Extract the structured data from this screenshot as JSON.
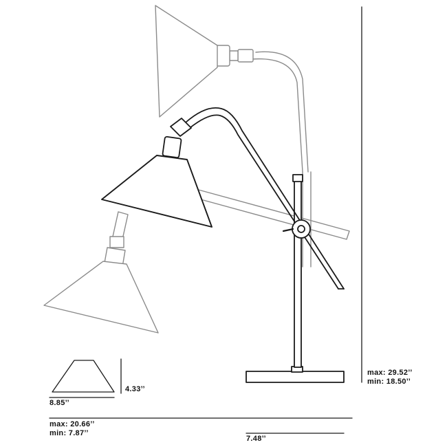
{
  "shade_dims": {
    "width": "8.85’’",
    "height": "4.33’’"
  },
  "reach": {
    "max": "max: 20.66’’",
    "min": "min: 7.87’’"
  },
  "base_dims": {
    "width": "7.48’’"
  },
  "lamp_height": {
    "max": "max: 29.52’’",
    "min": "min: 18.50’’"
  }
}
